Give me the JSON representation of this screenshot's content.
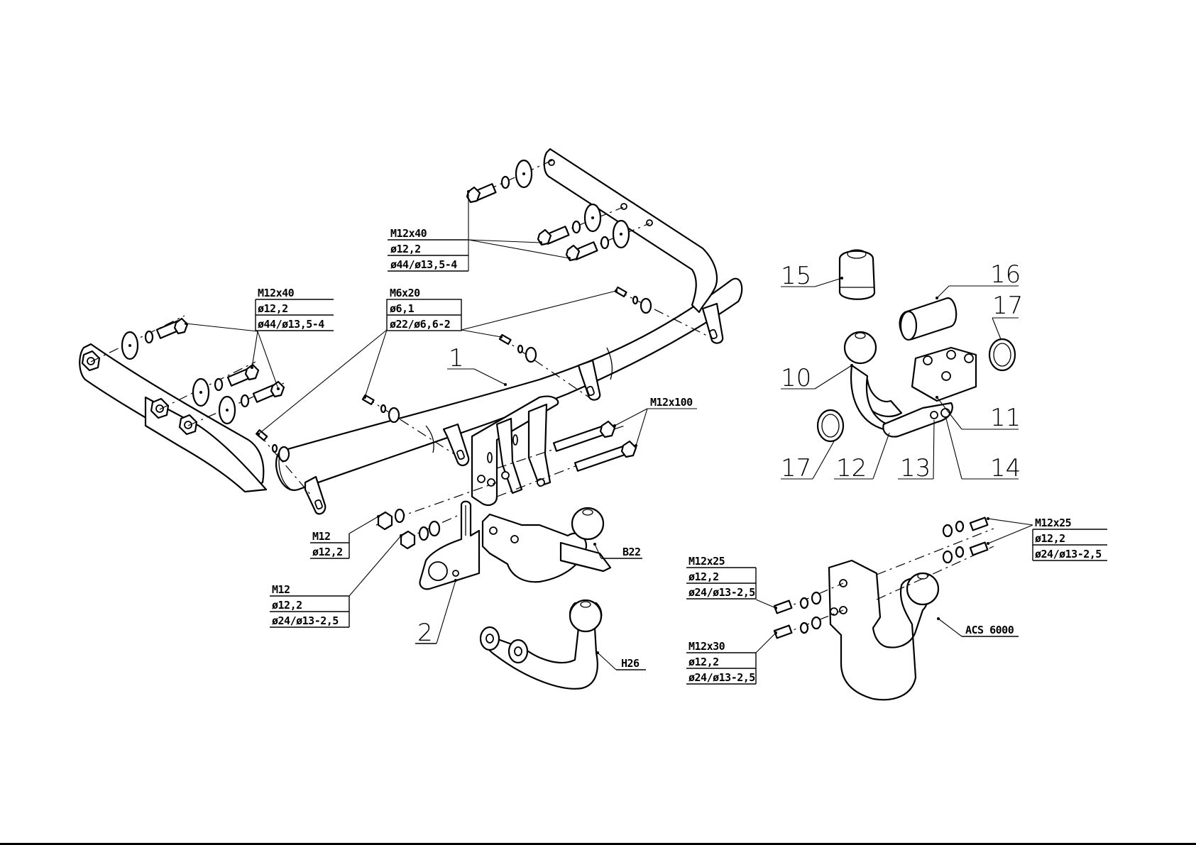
{
  "diagram": {
    "type": "exploded-parts-view",
    "subject": "towbar",
    "line_color": "#000000",
    "background": "#ffffff"
  },
  "part_numbers": {
    "p1": "1",
    "p2": "2",
    "p10": "10",
    "p11": "11",
    "p12": "12",
    "p13": "13",
    "p14": "14",
    "p15": "15",
    "p16": "16",
    "p17a": "17",
    "p17b": "17"
  },
  "fastener_specs": {
    "top_bracket": {
      "bolt": "M12x40",
      "washer": "ø12,2",
      "plate_washer": "ø44/ø13,5-4"
    },
    "left_bracket": {
      "bolt": "M12x40",
      "washer": "ø12,2",
      "plate_washer": "ø44/ø13,5-4"
    },
    "small_bolts": {
      "bolt": "M6x20",
      "washer": "ø6,1",
      "plate_washer": "ø22/ø6,6-2"
    },
    "center_bolts": {
      "bolt": "M12x100"
    },
    "nut_a": {
      "nut": "M12",
      "washer": "ø12,2"
    },
    "nut_b": {
      "nut": "M12",
      "washer": "ø12,2",
      "plate_washer": "ø24/ø13-2,5"
    },
    "acs_right": {
      "bolt": "M12x25",
      "washer": "ø12,2",
      "plate_washer": "ø24/ø13-2,5"
    },
    "acs_left_upper": {
      "bolt": "M12x25",
      "washer": "ø12,2",
      "plate_washer": "ø24/ø13-2,5"
    },
    "acs_left_lower": {
      "bolt": "M12x30",
      "washer": "ø12,2",
      "plate_washer": "ø24/ø13-2,5"
    }
  },
  "variants": {
    "b22": "B22",
    "h26": "H26",
    "acs": "ACS 6000"
  }
}
